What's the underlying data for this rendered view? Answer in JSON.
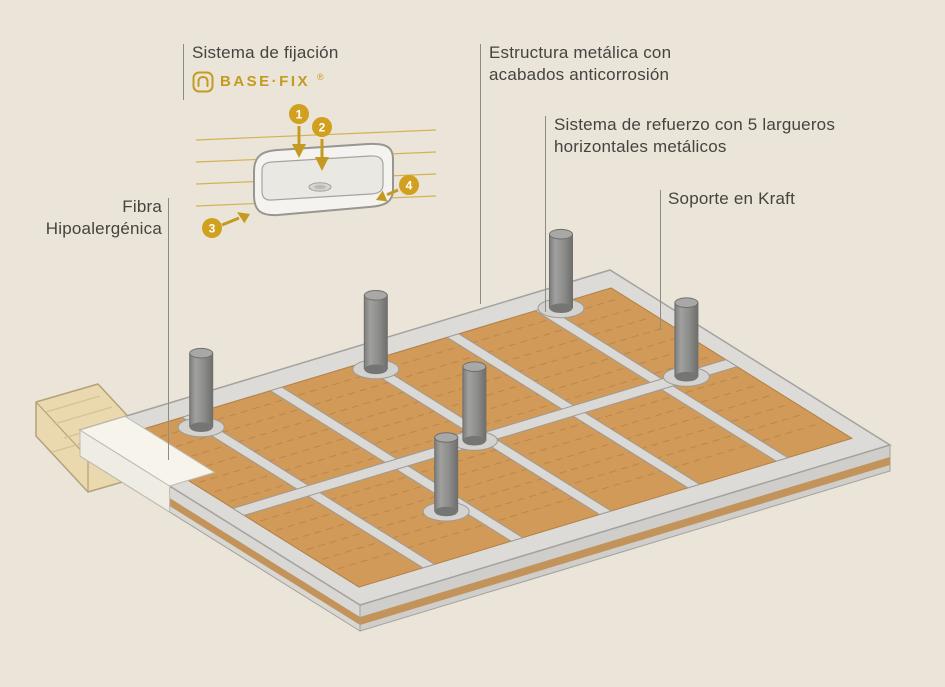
{
  "palette": {
    "background": "#eae4d9",
    "text": "#45443e",
    "accent_gold": "#c59a20",
    "badge_gold": "#d2a01f",
    "kraft": "#d19a58",
    "kraft_edge": "#c2945c",
    "kraft_line": "#b9834a",
    "frame_gray": "#dcdbd7",
    "frame_stroke": "#a3a29e",
    "leg_gray": "#8e8e8c",
    "wood": "#ead9ae",
    "fiber_white": "#f7f4ec"
  },
  "labels": {
    "fixing_system": "Sistema de fijación",
    "brand": "BASE·FIX",
    "brand_reg": "®",
    "structure": "Estructura metálica con acabados anticorrosión",
    "reinforcement": "Sistema de refuerzo con 5 largueros horizontales metálicos",
    "kraft_support": "Soporte en Kraft",
    "fiber": "Fibra Hipoalergénica"
  },
  "detail": {
    "steps": [
      "1",
      "2",
      "3",
      "4"
    ]
  }
}
